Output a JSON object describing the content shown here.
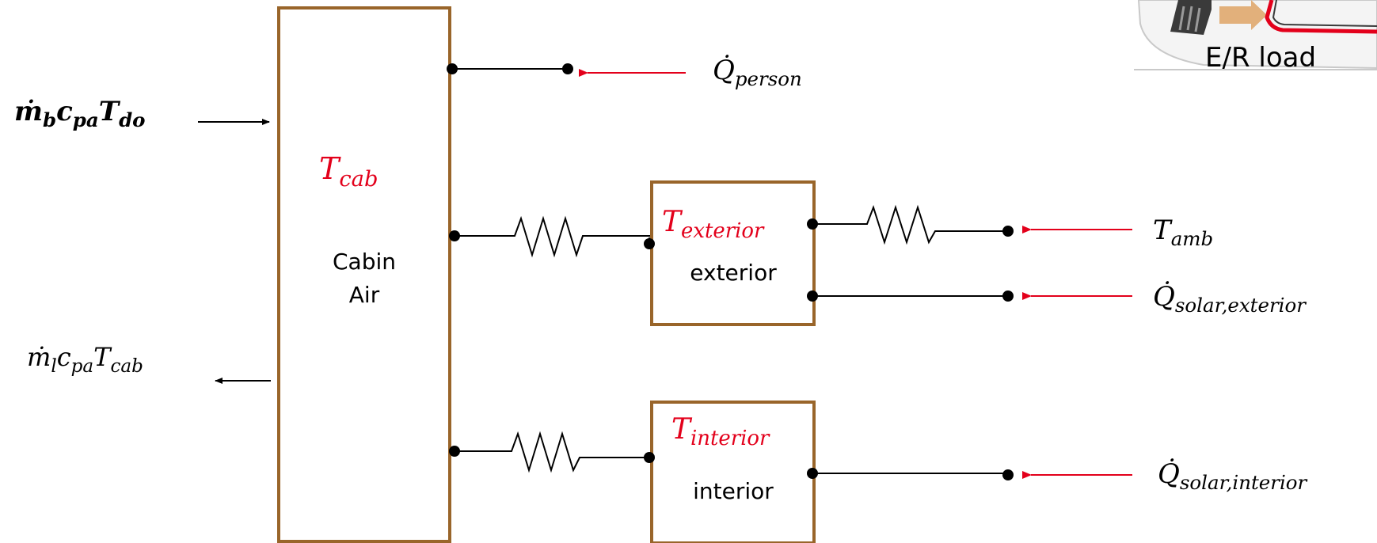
{
  "colors": {
    "box": "#99652a",
    "wire": "#000000",
    "arrow_red": "#e3001b",
    "label_red": "#e3001b",
    "text": "#000000"
  },
  "inputs": {
    "inflow": {
      "m": "ṁ",
      "m_sub": "b",
      "c": "c",
      "c_sub": "pa",
      "T": "T",
      "T_sub": "do"
    },
    "outflow": {
      "m": "ṁ",
      "m_sub": "l",
      "c": "c",
      "c_sub": "pa",
      "T": "T",
      "T_sub": "cab"
    }
  },
  "cabin": {
    "temp_main": "T",
    "temp_sub": "cab",
    "line1": "Cabin",
    "line2": "Air"
  },
  "exterior": {
    "temp_main": "T",
    "temp_sub": "exterior",
    "label": "exterior"
  },
  "interior": {
    "temp_main": "T",
    "temp_sub": "interior",
    "label": "interior"
  },
  "sources": {
    "q_person": {
      "main": "Q̇",
      "sub": "person"
    },
    "t_amb": {
      "main": "T",
      "sub": "amb"
    },
    "q_solar_ext": {
      "main": "Q̇",
      "sub": "solar,exterior"
    },
    "q_solar_int": {
      "main": "Q̇",
      "sub": "solar,interior"
    }
  },
  "corner_image": {
    "caption": "E/R load"
  }
}
